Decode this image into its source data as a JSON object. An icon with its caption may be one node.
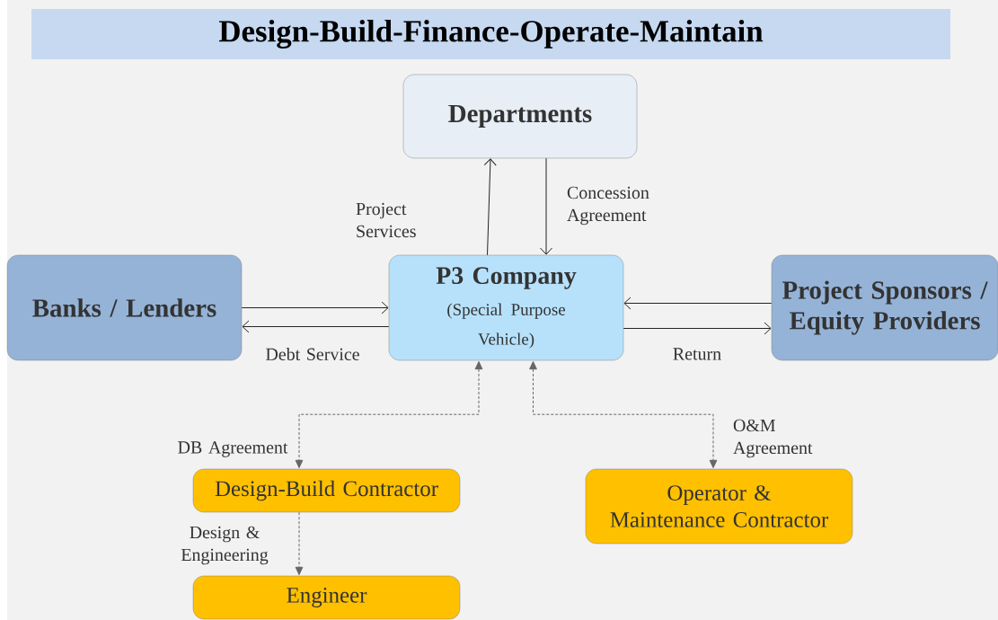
{
  "diagram": {
    "title": "Design-Build-Finance-Operate-Maintain",
    "nodes": [
      {
        "text": [
          "Departments"
        ]
      },
      {
        "text": [
          "Banks / Lenders"
        ]
      },
      {
        "text": [
          "P3 Company",
          "(Special Purpose Vehicle)"
        ]
      },
      {
        "text": [
          "Project Sponsors / Equity Providers"
        ]
      },
      {
        "text": [
          "Design-Build Contractor"
        ]
      },
      {
        "text": [
          "Operator & Maintenance Contractor"
        ]
      },
      {
        "text": [
          "Engineer"
        ]
      }
    ],
    "edges": [
      {
        "from": 2,
        "to": 0,
        "arrow": "to",
        "label": "Project Services"
      },
      {
        "from": 0,
        "to": 2,
        "arrow": "to",
        "label": "Concession Agreement"
      },
      {
        "from": 1,
        "to": 2,
        "arrow": "to"
      },
      {
        "from": 2,
        "to": 1,
        "arrow": "to",
        "label": "Debt Service"
      },
      {
        "from": 3,
        "to": 2,
        "arrow": "to"
      },
      {
        "from": 2,
        "to": 3,
        "arrow": "to",
        "label": "Return"
      },
      {
        "from": 2,
        "to": 4,
        "arrow": "both",
        "label": "DB Agreement",
        "style": "dashed",
        "color": "#666666"
      },
      {
        "from": 2,
        "to": 5,
        "arrow": "both",
        "label": "O&M Agreement",
        "style": "dashed",
        "color": "#666666"
      },
      {
        "from": 4,
        "to": 6,
        "arrow": "to",
        "label": "Design & Engineering",
        "style": "dashed",
        "color": "#666666"
      }
    ]
  }
}
